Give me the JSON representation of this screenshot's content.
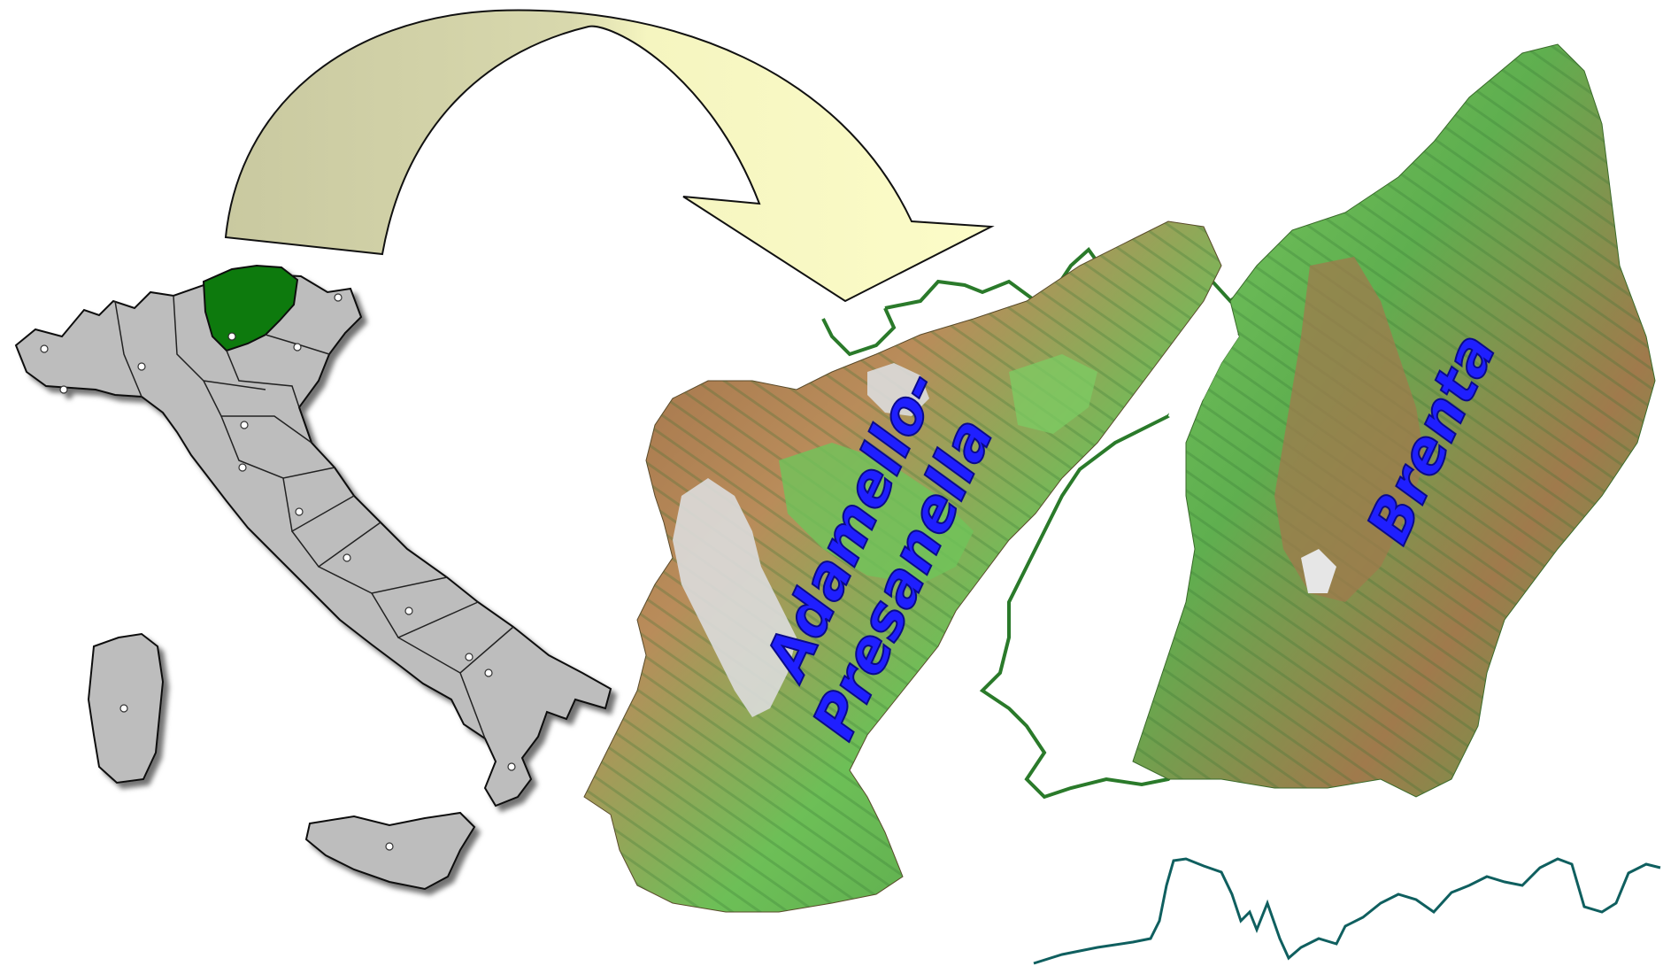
{
  "labels": {
    "adamello_line1": "Adamello-",
    "adamello_line2": "Presanella",
    "brenta": "Brenta"
  },
  "colors": {
    "label_blue": "#1f1fff",
    "label_stroke": "#0a0a8a",
    "italy_fill": "#b9b9b9",
    "italy_highlight": "#0a7a0a",
    "arrow_left": "#c9c9a0",
    "arrow_right": "#fcfcc4",
    "border_green": "#2a7a2a",
    "profile_teal": "#0f5f5f",
    "terrain_green": "#6fc45a",
    "terrain_dark": "#3f8a3f",
    "terrain_brown": "#8a5a3a",
    "terrain_tan": "#c9a66b",
    "glacier": "#dcdcdc"
  }
}
